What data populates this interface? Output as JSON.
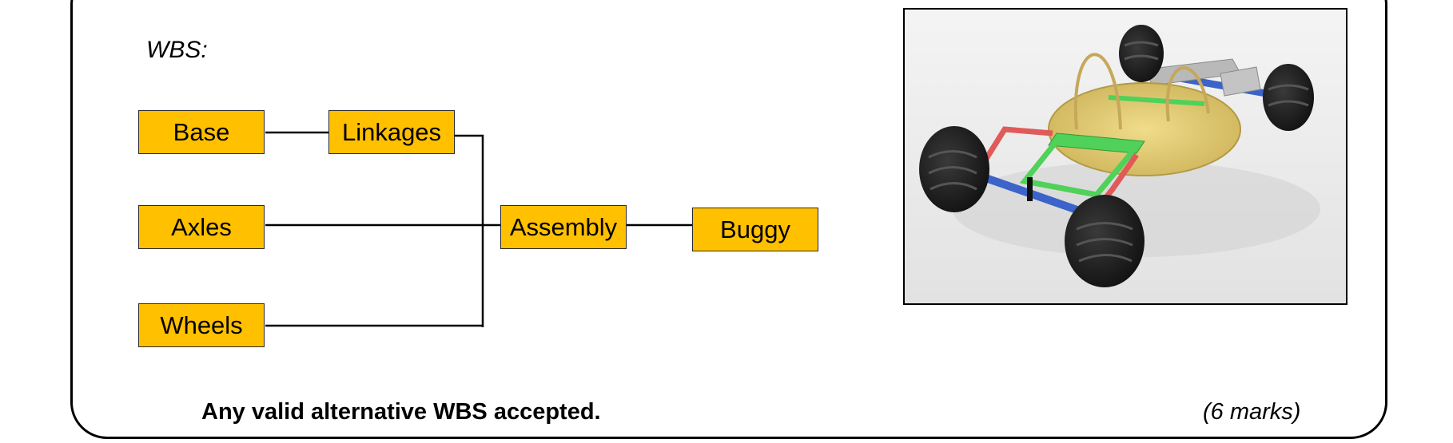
{
  "wbs_label": "WBS:",
  "wbs": {
    "components": [
      "Base",
      "Axles",
      "Wheels"
    ],
    "subassembly": "Linkages",
    "assembly": "Assembly",
    "product": "Buggy"
  },
  "footer_note": "Any valid alternative WBS accepted.",
  "marks": "(6 marks)",
  "colors": {
    "box_fill": "#ffc000",
    "frame": "#ae3e0a"
  },
  "image": {
    "subject": "buggy-render-icon"
  }
}
